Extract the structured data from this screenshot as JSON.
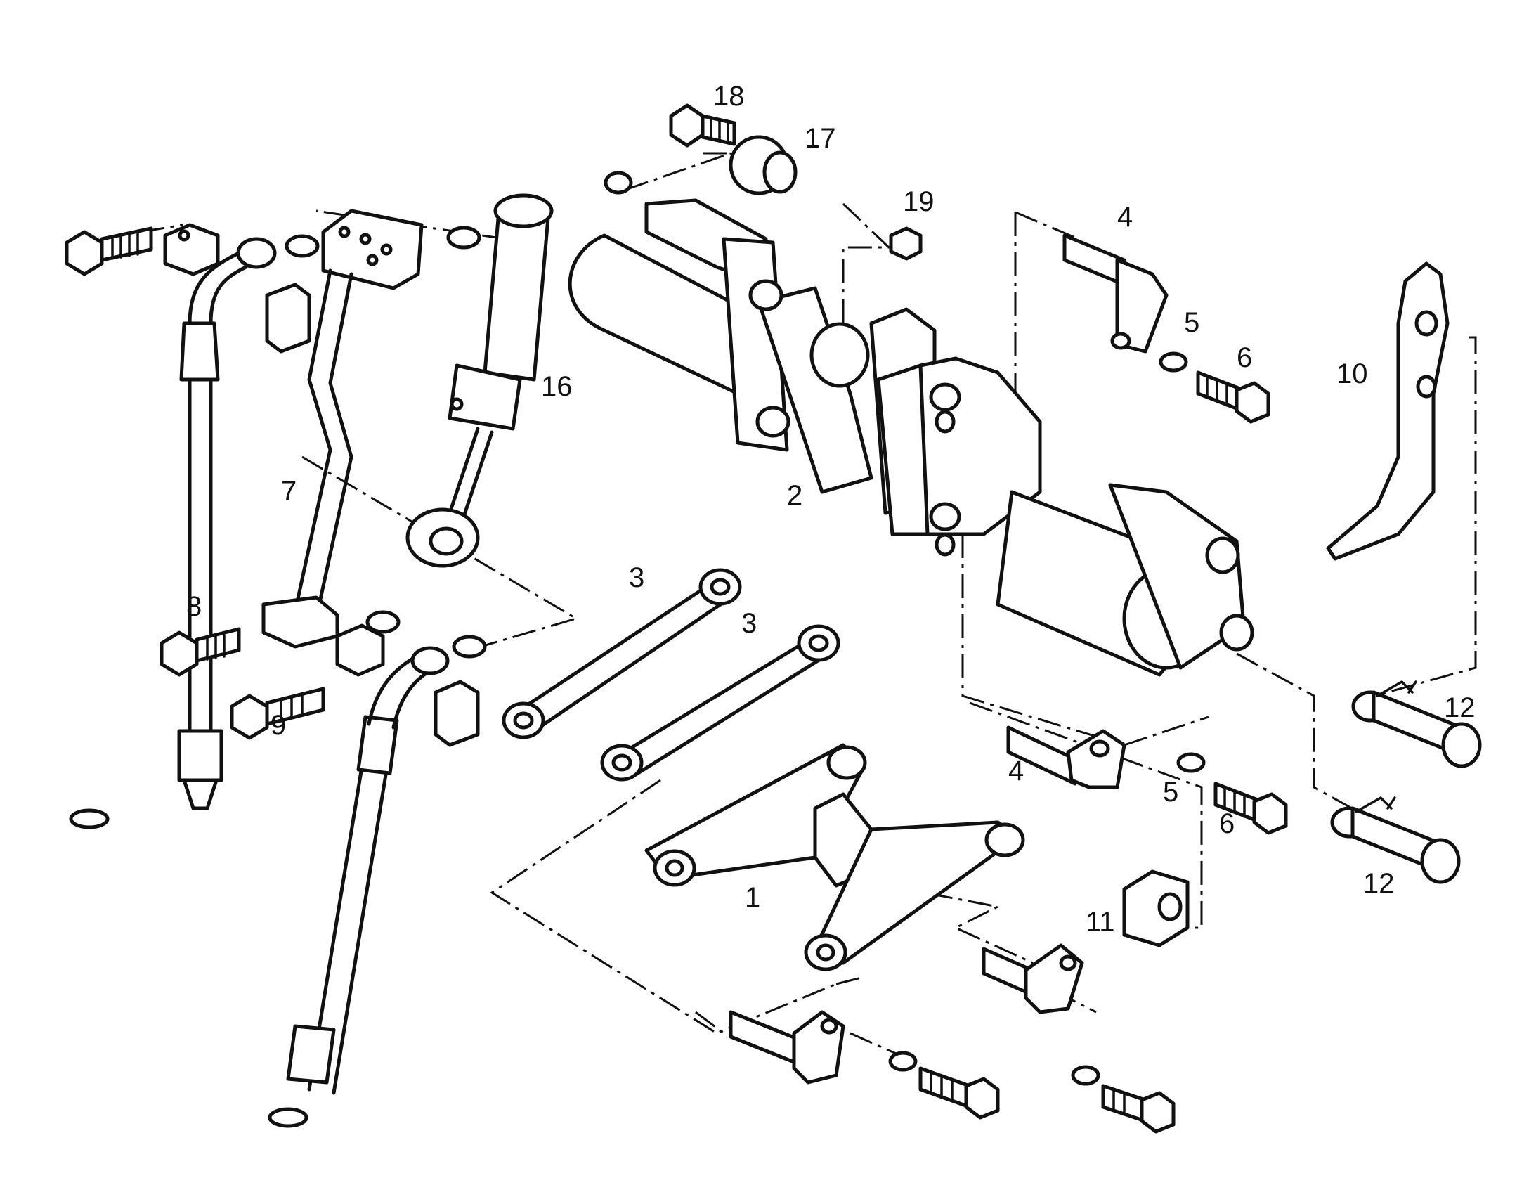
{
  "diagram": {
    "callouts": [
      "18",
      "17",
      "19",
      "4",
      "5",
      "6",
      "10",
      "16",
      "7",
      "2",
      "3",
      "3",
      "8",
      "9",
      "12",
      "4",
      "5",
      "6",
      "12",
      "1",
      "11"
    ]
  }
}
